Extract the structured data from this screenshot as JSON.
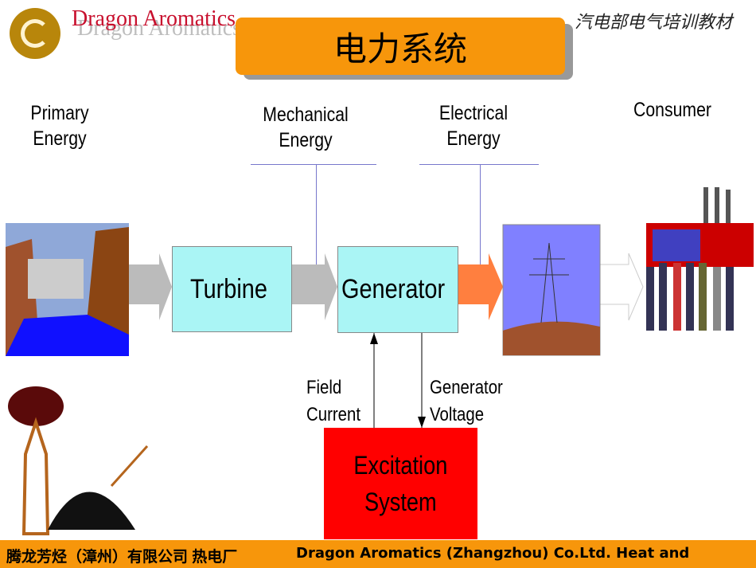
{
  "header": {
    "brand": "Dragon Aromatics",
    "department": "汽电部电气培训教材",
    "title": "电力系统"
  },
  "stages": {
    "primary": "Primary\nEnergy",
    "mechanical": "Mechanical\nEnergy",
    "electrical": "Electrical\nEnergy",
    "consumer": "Consumer"
  },
  "blocks": {
    "turbine": "Turbine",
    "generator": "Generator",
    "excitation_line1": "Excitation",
    "excitation_line2": "System"
  },
  "signals": {
    "field_current": "Field\nCurrent",
    "generator_voltage": "Generator\nVoltage"
  },
  "footer": {
    "cn": "腾龙芳烃（漳州）有限公司 热电厂",
    "en": "Dragon  Aromatics (Zhangzhou) Co.Ltd.  Heat and"
  },
  "colors": {
    "accent": "#f7960b",
    "block": "#aaf5f5",
    "excitation": "#ff0000"
  }
}
